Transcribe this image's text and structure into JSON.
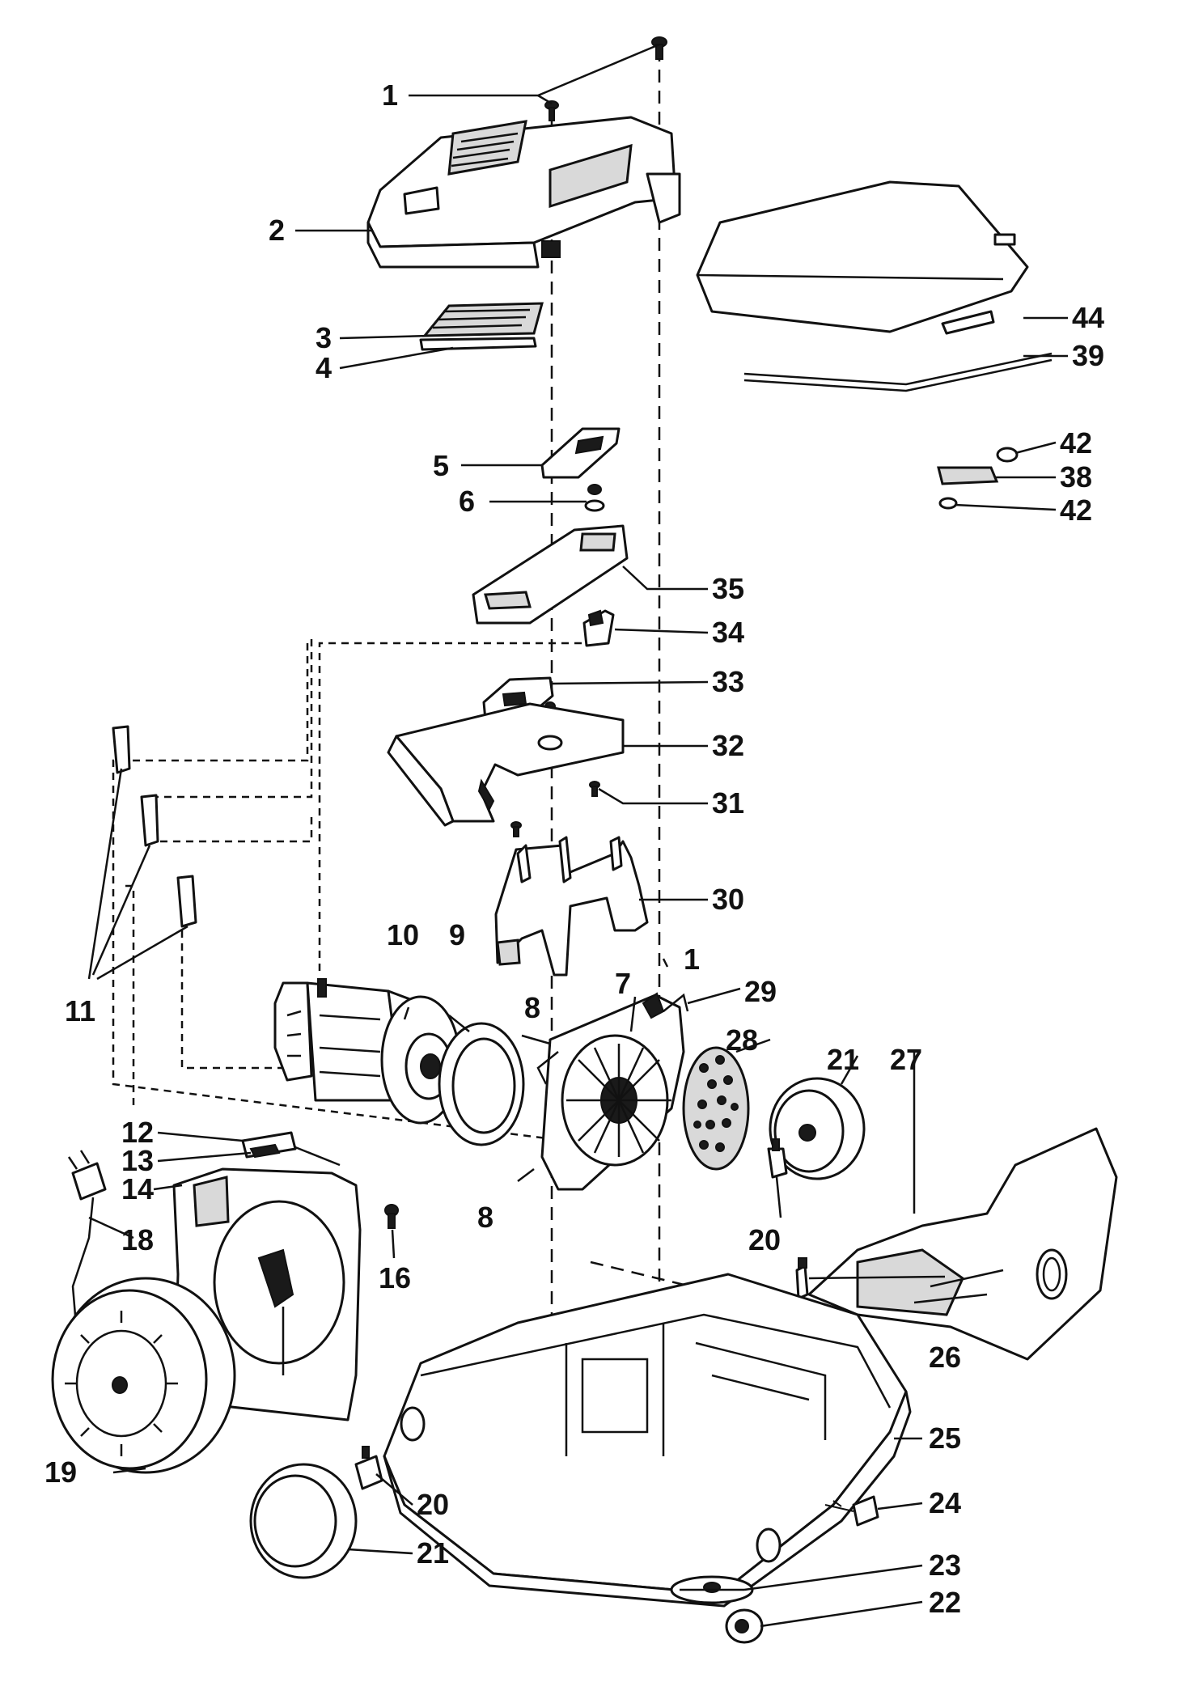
{
  "callouts": {
    "c1a": "1",
    "c1b": "1",
    "c2": "2",
    "c3": "3",
    "c4": "4",
    "c5": "5",
    "c6": "6",
    "c7": "7",
    "c8a": "8",
    "c8b": "8",
    "c9": "9",
    "c10": "10",
    "c11": "11",
    "c12": "12",
    "c13": "13",
    "c14": "14",
    "c16": "16",
    "c18": "18",
    "c19": "19",
    "c20a": "20",
    "c20b": "20",
    "c21a": "21",
    "c21b": "21",
    "c22": "22",
    "c23": "23",
    "c24": "24",
    "c25": "25",
    "c26": "26",
    "c27": "27",
    "c28": "28",
    "c29": "29",
    "c30": "30",
    "c31": "31",
    "c32": "32",
    "c33": "33",
    "c34": "34",
    "c35": "35",
    "c38": "38",
    "c39": "39",
    "c42a": "42",
    "c42b": "42",
    "c44": "44"
  }
}
